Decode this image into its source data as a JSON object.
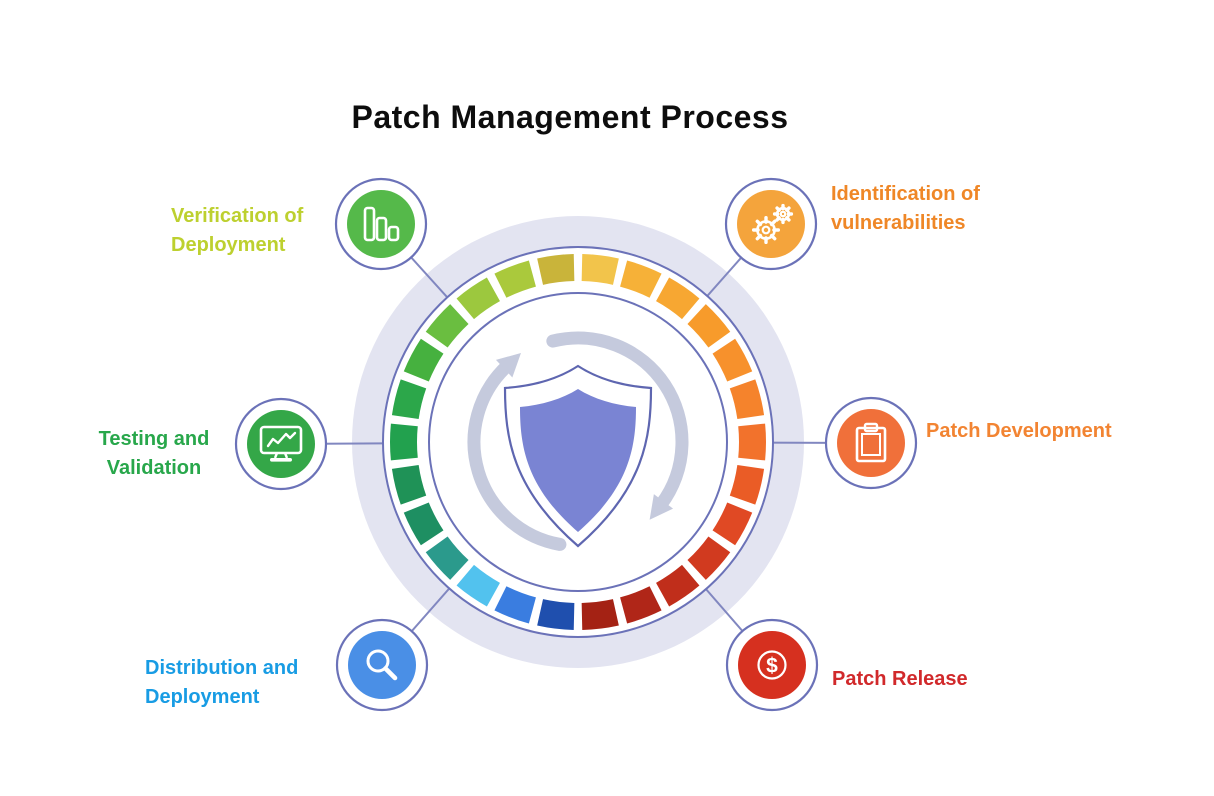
{
  "title": "Patch Management Process",
  "center": {
    "icon": "shield-icon",
    "shield_color": "#7a84d3",
    "shield_outline_color": "#5e66b0",
    "halo_color": "#e3e4f1",
    "ring_border_color": "#6b72b8",
    "inner_ring_border_color": "#6b72b8",
    "cycle_arrow_color": "#c5cadd",
    "connector_color": "#8187c0",
    "ring_segments": [
      "#f2c44b",
      "#f6b138",
      "#f7a732",
      "#f79b2b",
      "#f7912c",
      "#f5832c",
      "#f2722c",
      "#ea5c26",
      "#e04924",
      "#d13a1f",
      "#c02e1b",
      "#b02618",
      "#a42214",
      "#1f4fae",
      "#3a7de0",
      "#52c2ee",
      "#2b9a8c",
      "#1e8f62",
      "#1f9257",
      "#22a14e",
      "#2ca74a",
      "#46b13f",
      "#6abe40",
      "#9cc83e",
      "#aac93c",
      "#c9b43a"
    ]
  },
  "nodes": [
    {
      "id": "identification",
      "label": "Identification of\nvulnerabilities",
      "label_color": "#ef8727",
      "circle_color": "#f4a43c",
      "icon": "gears-icon"
    },
    {
      "id": "patch-development",
      "label": "Patch Development",
      "label_color": "#f28432",
      "circle_color": "#f0703a",
      "icon": "clipboard-icon"
    },
    {
      "id": "patch-release",
      "label": "Patch Release",
      "label_color": "#d1292b",
      "circle_color": "#d6301f",
      "icon": "dollar-icon"
    },
    {
      "id": "distribution",
      "label": "Distribution and\nDeployment",
      "label_color": "#189ce4",
      "circle_color": "#4a8fe6",
      "icon": "search-icon"
    },
    {
      "id": "testing",
      "label": "Testing and\nValidation",
      "label_color": "#28a74b",
      "circle_color": "#34a748",
      "icon": "monitor-chart-icon"
    },
    {
      "id": "verification",
      "label": "Verification of\nDeployment",
      "label_color": "#bdd02f",
      "circle_color": "#55b94a",
      "icon": "bar-chart-icon"
    }
  ]
}
